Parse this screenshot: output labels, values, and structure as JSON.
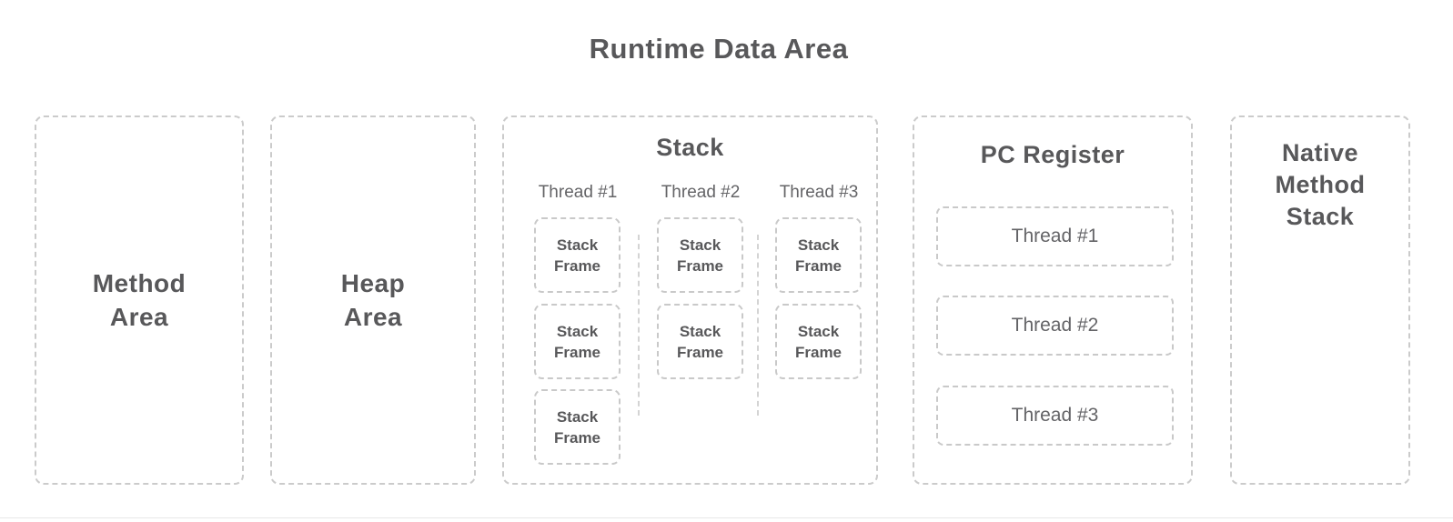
{
  "diagram": {
    "title": "Runtime Data Area",
    "method_area": {
      "label": "Method\nArea"
    },
    "heap_area": {
      "label": "Heap\nArea"
    },
    "stack": {
      "title": "Stack",
      "threads": [
        {
          "label": "Thread #1",
          "frames": [
            {
              "label": "Stack\nFrame"
            },
            {
              "label": "Stack\nFrame"
            },
            {
              "label": "Stack\nFrame"
            }
          ]
        },
        {
          "label": "Thread #2",
          "frames": [
            {
              "label": "Stack\nFrame"
            },
            {
              "label": "Stack\nFrame"
            }
          ]
        },
        {
          "label": "Thread #3",
          "frames": [
            {
              "label": "Stack\nFrame"
            },
            {
              "label": "Stack\nFrame"
            }
          ]
        }
      ]
    },
    "pc_register": {
      "title": "PC Register",
      "threads": [
        {
          "label": "Thread #1"
        },
        {
          "label": "Thread #2"
        },
        {
          "label": "Thread #3"
        }
      ]
    },
    "native_method_stack": {
      "label": "Native\nMethod\nStack"
    },
    "colors": {
      "text_bold": "#58585a",
      "text_regular": "#646467",
      "dash_border": "#cbcbcb",
      "background": "#ffffff"
    }
  }
}
